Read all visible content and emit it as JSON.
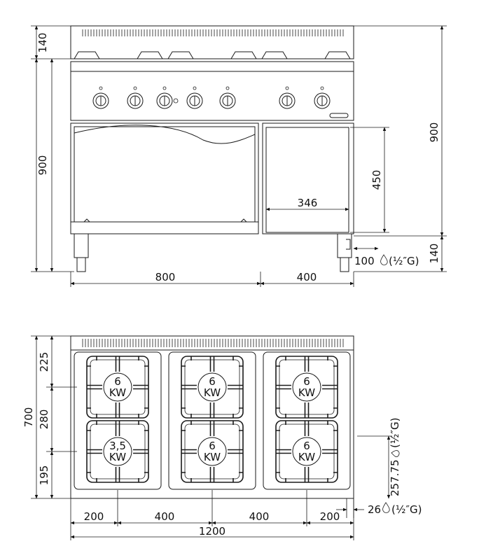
{
  "front_view": {
    "height_top": "140",
    "height_body": "900",
    "height_total": "900",
    "height_legs": "140",
    "door_height": "450",
    "door_width": "346",
    "oven_width": "800",
    "cabinet_width": "400",
    "gas_connection": "100",
    "gas_thread": "(½″G)"
  },
  "top_view": {
    "depth_total": "700",
    "row_front": "225",
    "row_mid": "280",
    "row_back": "195",
    "offset_left": "200",
    "spacing_1": "400",
    "spacing_2": "400",
    "offset_right": "200",
    "width_total": "1200",
    "gas_side": "257.75",
    "gas_side_thread": "(½″G)",
    "gas_back": "26",
    "gas_back_thread": "(½″G)"
  },
  "burners": [
    {
      "power": "6",
      "unit": "KW"
    },
    {
      "power": "6",
      "unit": "KW"
    },
    {
      "power": "6",
      "unit": "KW"
    },
    {
      "power": "3,5",
      "unit": "KW"
    },
    {
      "power": "6",
      "unit": "KW"
    },
    {
      "power": "6",
      "unit": "KW"
    }
  ]
}
